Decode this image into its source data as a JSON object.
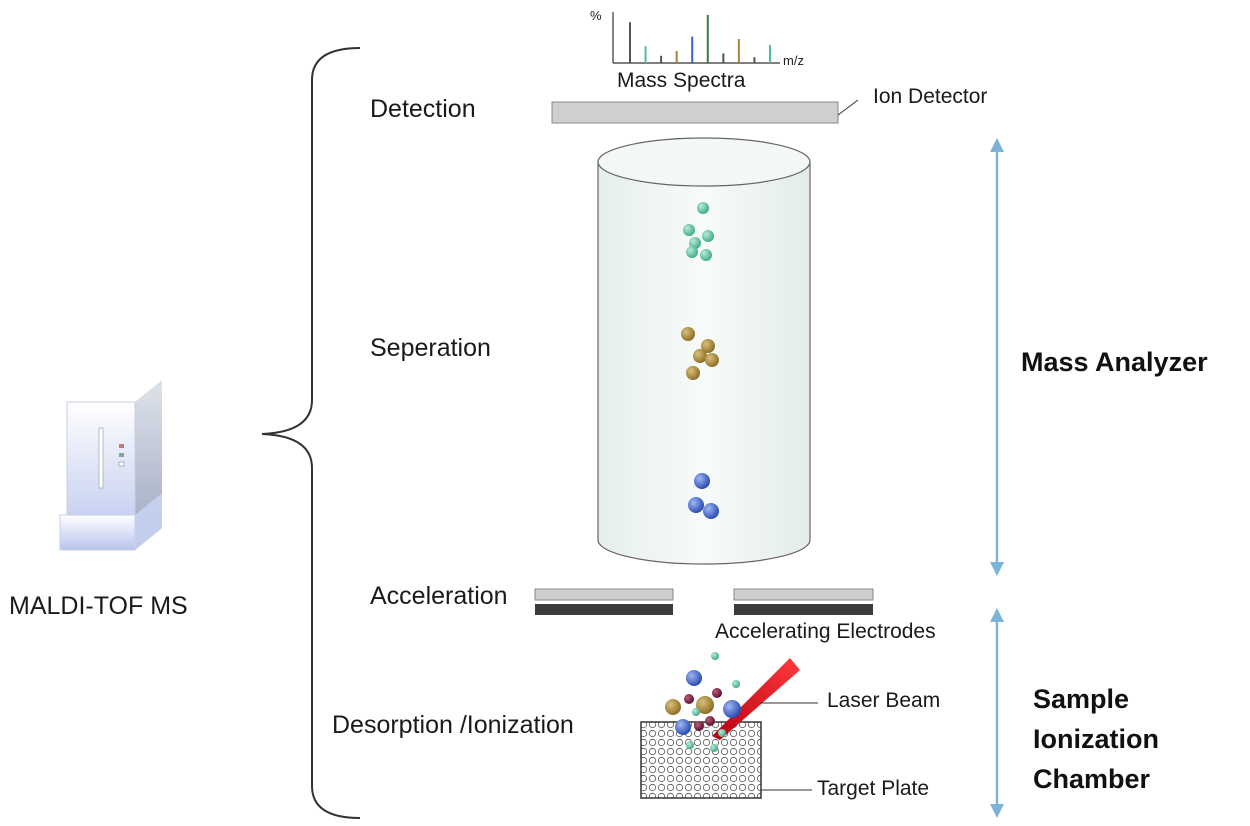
{
  "instrument": {
    "label": "MALDI-TOF MS"
  },
  "stages": {
    "detection": "Detection",
    "separation": "Seperation",
    "acceleration": "Acceleration",
    "desorption": "Desorption /Ionization"
  },
  "components": {
    "mass_spectra": "Mass Spectra",
    "spectra_y_axis": "%",
    "spectra_x_axis": "m/z",
    "ion_detector": "Ion Detector",
    "accelerating_electrodes": "Accelerating Electrodes",
    "laser_beam": "Laser Beam",
    "target_plate": "Target Plate"
  },
  "sections": {
    "mass_analyzer": "Mass Analyzer",
    "ionization_chamber_lines": [
      "Sample",
      "Ionization",
      "Chamber"
    ]
  },
  "colors": {
    "light_ion": "#4fbf9a",
    "medium_ion": "#a8873a",
    "heavy_ion": "#3b5fc4",
    "matrix_ion": "#7a1f3a",
    "laser": "#e8202a",
    "arrow": "#7bb4d6",
    "detector_fill": "#cfcfcf",
    "electrode_dark": "#3c3c3c"
  },
  "spectrum_peaks": [
    {
      "rel": 0.85,
      "color": "#555555"
    },
    {
      "rel": 0.35,
      "color": "#4fbf9a"
    },
    {
      "rel": 0.15,
      "color": "#555555"
    },
    {
      "rel": 0.25,
      "color": "#a8873a"
    },
    {
      "rel": 0.55,
      "color": "#3b5fc4"
    },
    {
      "rel": 1.0,
      "color": "#3a7a4a"
    },
    {
      "rel": 0.2,
      "color": "#555555"
    },
    {
      "rel": 0.5,
      "color": "#a8873a"
    },
    {
      "rel": 0.12,
      "color": "#555555"
    },
    {
      "rel": 0.38,
      "color": "#4fbf9a"
    }
  ]
}
